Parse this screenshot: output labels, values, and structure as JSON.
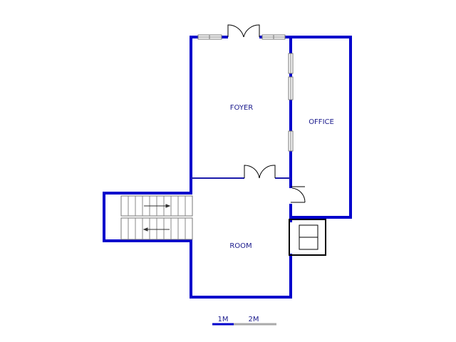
{
  "rooms": {
    "foyer": "FOYER",
    "office": "OFFICE",
    "room": "ROOM"
  },
  "scale": {
    "label_1": "1M",
    "label_2": "2M"
  },
  "colors": {
    "wall": "#0000cc",
    "thin_wall": "#1a1aaa",
    "stair_wall": "#0000cc",
    "fixture": "#000000",
    "window": "#777777",
    "text": "#1a1a8c",
    "scale_dark": "#0000cc",
    "scale_light": "#aaaaaa"
  }
}
